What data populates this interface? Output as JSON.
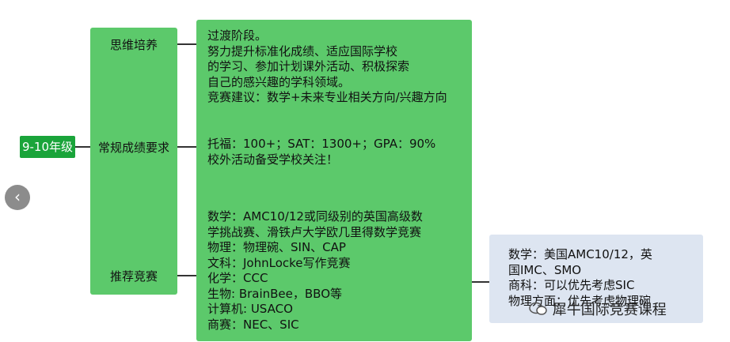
{
  "root": {
    "label": "9-10年级"
  },
  "middle": {
    "items": [
      {
        "label": "思维培养"
      },
      {
        "label": "常规成绩要求"
      },
      {
        "label": "推荐竞赛"
      }
    ]
  },
  "detail": {
    "thinking": "过渡阶段。\n努力提升标准化成绩、适应国际学校\n的学习、参加计划课外活动、积极探索\n自己的感兴趣的学科领域。\n竞赛建议：数学+未来专业相关方向/兴趣方向",
    "scores": "托福：100+；SAT：1300+；GPA：90%\n校外活动备受学校关注！",
    "competitions": "数学：AMC10/12或同级别的英国高级数\n学挑战赛、滑铁卢大学欧几里得数学竞赛\n物理：物理碗、SIN、CAP\n文科：JohnLocke写作竞赛\n化学：CCC\n生物: BrainBee，BBO等\n计算机: USACO\n商赛：NEC、SIC"
  },
  "side": {
    "text": "数学：美国AMC10/12，英\n国IMC、SMO\n商科：可以优先考虑SIC\n物理方面：优先考虑物理碗"
  },
  "nav": {
    "back_glyph": "‹"
  },
  "watermark": {
    "text": "犀牛国际竞赛课程"
  }
}
